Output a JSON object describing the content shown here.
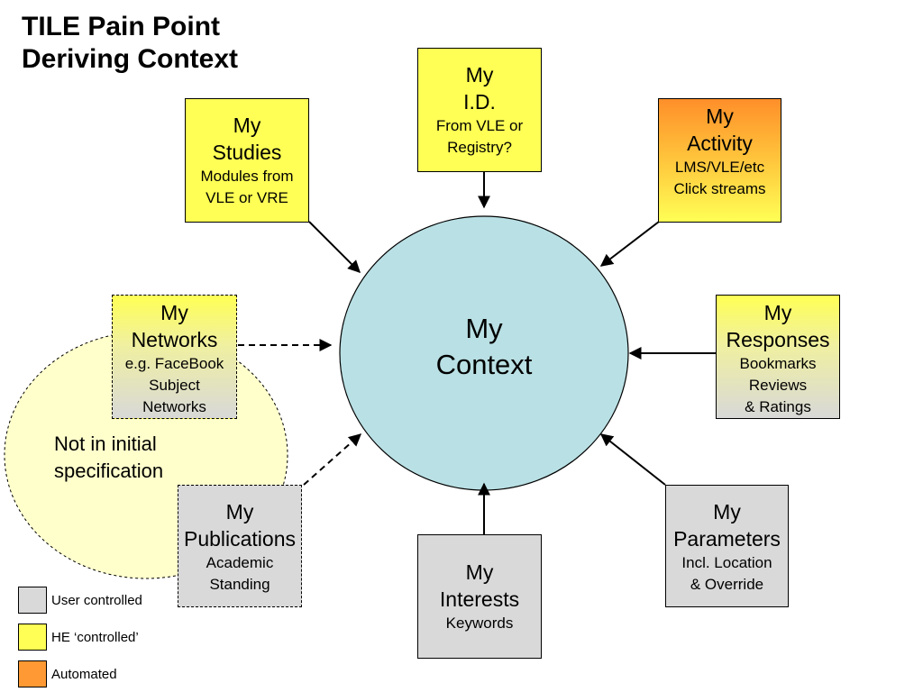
{
  "title": {
    "line1": "TILE Pain Point",
    "line2": "Deriving Context"
  },
  "center": {
    "line1": "My",
    "line2": "Context"
  },
  "nodes": {
    "id": {
      "line1": "My",
      "line2": "I.D.",
      "sub1": "From VLE or",
      "sub2": "Registry?"
    },
    "studies": {
      "line1": "My",
      "line2": "Studies",
      "sub1": "Modules from",
      "sub2": "VLE or VRE"
    },
    "activity": {
      "line1": "My",
      "line2": "Activity",
      "sub1": "LMS/VLE/etc",
      "sub2": "Click streams"
    },
    "networks": {
      "line1": "My",
      "line2": "Networks",
      "sub1": "e.g. FaceBook",
      "sub2": "Subject",
      "sub3": "Networks"
    },
    "responses": {
      "line1": "My",
      "line2": "Responses",
      "sub1": "Bookmarks",
      "sub2": "Reviews",
      "sub3": "& Ratings"
    },
    "publications": {
      "line1": "My",
      "line2": "Publications",
      "sub1": "Academic",
      "sub2": "Standing"
    },
    "interests": {
      "line1": "My",
      "line2": "Interests",
      "sub1": "Keywords"
    },
    "parameters": {
      "line1": "My",
      "line2": "Parameters",
      "sub1": "Incl. Location",
      "sub2": "& Override"
    }
  },
  "note": {
    "line1": "Not in initial",
    "line2": "specification"
  },
  "legend": [
    {
      "label": "User controlled",
      "color": "#d9d9d9"
    },
    {
      "label": "HE ‘controlled’",
      "color": "#ffff55"
    },
    {
      "label": "Automated",
      "color": "#ff9933"
    }
  ],
  "colors": {
    "circle": "#b9e0e4",
    "ellipse": "#ffffcc",
    "he_yellow": "#ffff55",
    "user_grey": "#d9d9d9",
    "automated_orange": "#ff9933"
  }
}
